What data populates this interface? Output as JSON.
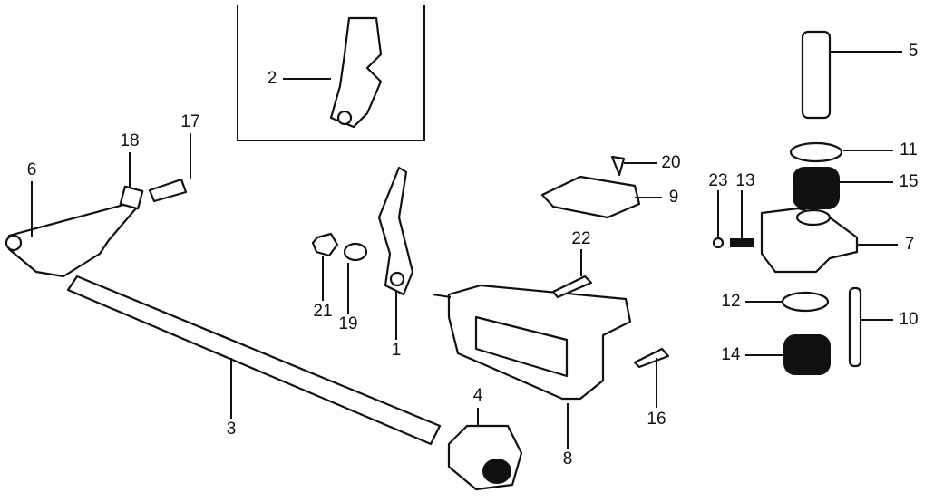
{
  "diagram": {
    "type": "exploded parts diagram",
    "callouts": [
      {
        "id": "2",
        "label": "2"
      },
      {
        "id": "5",
        "label": "5"
      },
      {
        "id": "11",
        "label": "11"
      },
      {
        "id": "15",
        "label": "15"
      },
      {
        "id": "20",
        "label": "20"
      },
      {
        "id": "9",
        "label": "9"
      },
      {
        "id": "23",
        "label": "23"
      },
      {
        "id": "13",
        "label": "13"
      },
      {
        "id": "7",
        "label": "7"
      },
      {
        "id": "22",
        "label": "22"
      },
      {
        "id": "12",
        "label": "12"
      },
      {
        "id": "10",
        "label": "10"
      },
      {
        "id": "14",
        "label": "14"
      },
      {
        "id": "16",
        "label": "16"
      },
      {
        "id": "8",
        "label": "8"
      },
      {
        "id": "4",
        "label": "4"
      },
      {
        "id": "3",
        "label": "3"
      },
      {
        "id": "1",
        "label": "1"
      },
      {
        "id": "19",
        "label": "19"
      },
      {
        "id": "21",
        "label": "21"
      },
      {
        "id": "6",
        "label": "6"
      },
      {
        "id": "18",
        "label": "18"
      },
      {
        "id": "17",
        "label": "17"
      }
    ]
  }
}
